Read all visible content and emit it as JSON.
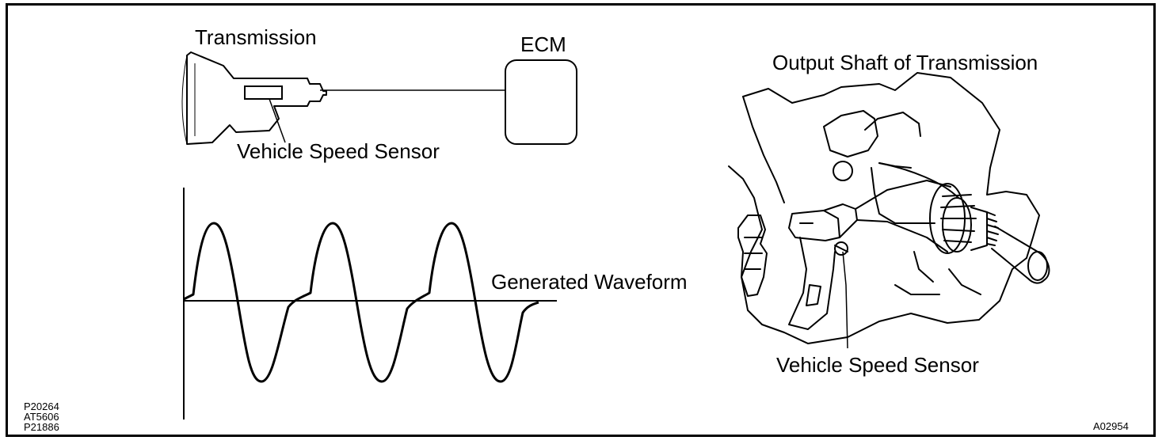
{
  "labels": {
    "transmission": "Transmission",
    "ecm": "ECM",
    "vehicle_speed_sensor_left": "Vehicle Speed Sensor",
    "generated_waveform": "Generated Waveform",
    "output_shaft": "Output Shaft of Transmission",
    "vehicle_speed_sensor_right": "Vehicle Speed Sensor"
  },
  "codes": {
    "ref_1": "P20264",
    "ref_2": "AT5606",
    "ref_3": "P21886",
    "figure_id": "A02954"
  }
}
